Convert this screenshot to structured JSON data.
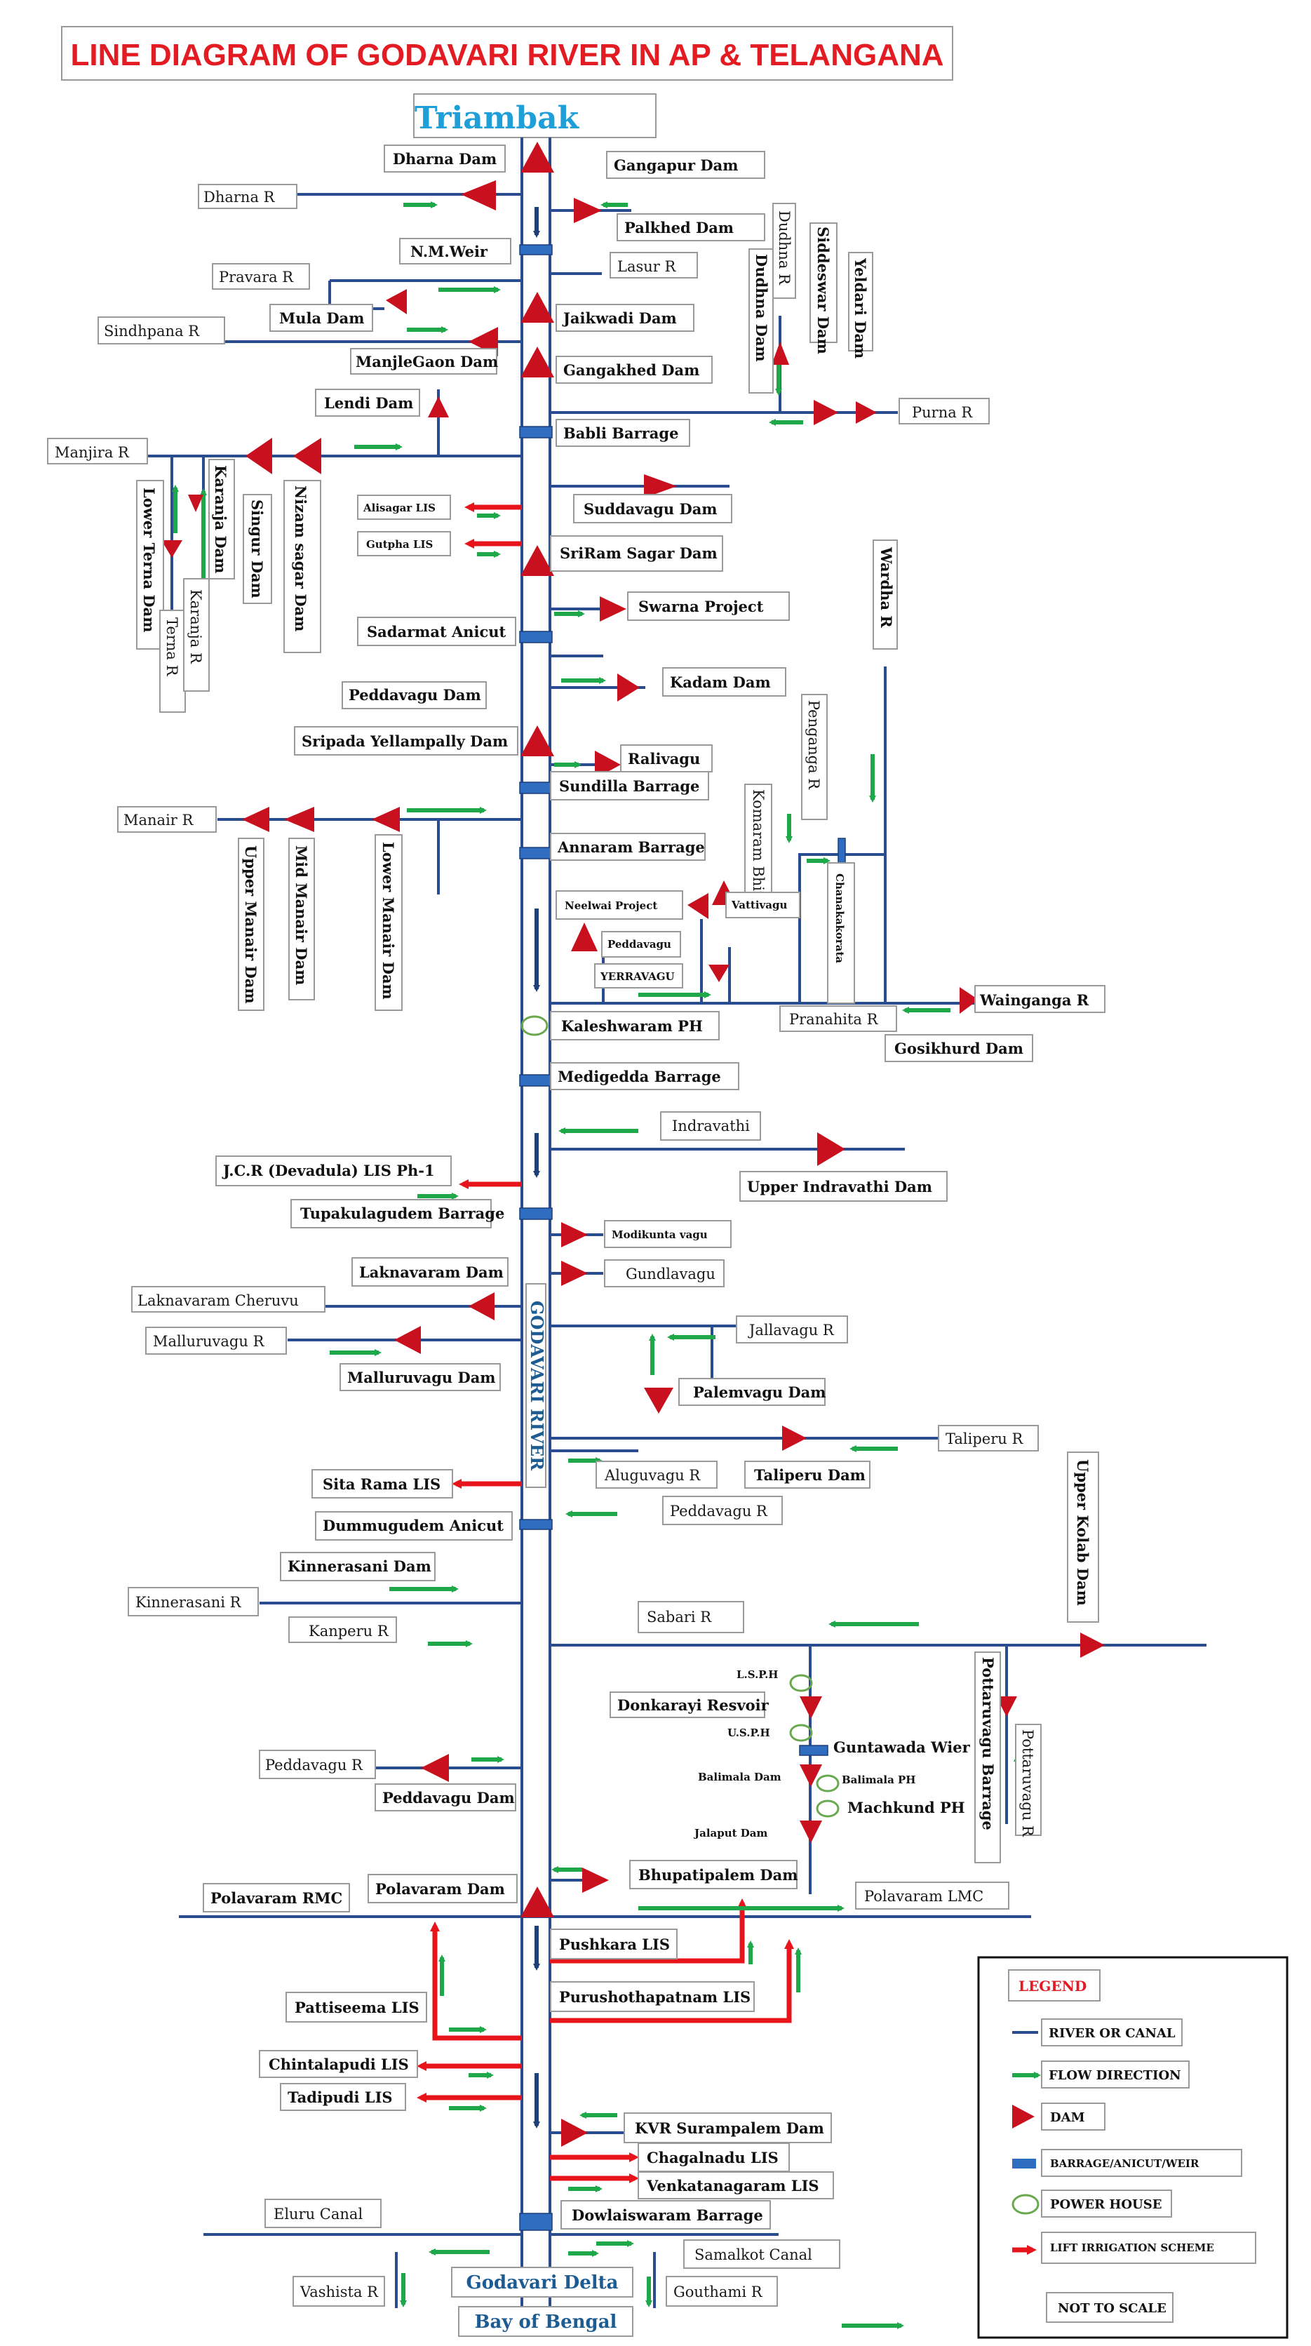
{
  "title": "LINE DIAGRAM OF GODAVARI  RIVER IN AP & TELANGANA",
  "colors": {
    "river": "#2a4d8f",
    "flow": "#1fa84a",
    "dam": "#c8101e",
    "barrage": "#2f6dc1",
    "lift": "#e8141c",
    "powerhouse": "#6aa84f",
    "title": "#e31b23",
    "source": "#1f9fd8"
  },
  "source": "Triambak",
  "river_name": "GODAVARI RIVER",
  "mouth": {
    "delta": "Godavari Delta",
    "sea": "Bay of Bengal"
  },
  "labels": {
    "dharna_dam": "Dharna Dam",
    "dharna_r": "Dharna R",
    "gangapur_dam": "Gangapur Dam",
    "palkhed_dam": "Palkhed Dam",
    "nm_weir": "N.M.Weir",
    "pravara_r": "Pravara R",
    "lasur_r": "Lasur R",
    "dudhna_r": "Dudhna R",
    "dudhna_dam": "Dudhna Dam",
    "siddeswar_dam": "Siddeswar Dam",
    "yeldari_dam": "Yeldari Dam",
    "mula_dam": "Mula Dam",
    "sindhpana_r": "Sindhpana R",
    "jaikwadi_dam": "Jaikwadi Dam",
    "manjlegaon_dam": "ManjleGaon Dam",
    "gangakhed_dam": "Gangakhed Dam",
    "lendi_dam": "Lendi Dam",
    "babli_barrage": "Babli Barrage",
    "purna_r": "Purna R",
    "manjira_r": "Manjira R",
    "lower_terna_dam": "Lower Terna  Dam",
    "karanja_dam": "Karanja Dam",
    "singur_dam": "Singur Dam",
    "nizam_sagar_dam": "Nizam sagar Dam",
    "terna_r": "Terna R",
    "karanja_r": "Karanja R",
    "alisagar_lis": "Alisagar LIS",
    "gutpha_lis": "Gutpha LIS",
    "suddavagu_dam": "Suddavagu Dam",
    "sriram_sagar_dam": "SriRam Sagar Dam",
    "wardha_r": "Wardha R",
    "swarna_project": "Swarna Project",
    "sadarmat_anicut": "Sadarmat Anicut",
    "kadam_dam": "Kadam Dam",
    "peddavagu_dam_1": "Peddavagu Dam",
    "sripada_yellampally_dam": "Sripada Yellampally Dam",
    "ralivagu": "Ralivagu",
    "penganga_r": "Penganga R",
    "komaram_bheem": "Komaram Bhim",
    "sundilla_barrage": "Sundilla Barrage",
    "manair_r": "Manair R",
    "annaram_barrage": "Annaram Barrage",
    "upper_manair_dam": "Upper Manair Dam",
    "mid_manair_dam": "Mid Manair Dam",
    "lower_manair_dam": "Lower Manair Dam",
    "neelwai_project": "Neelwai Project",
    "vattivagu": "Vattivagu",
    "chanakakorata": "Chanakakorata",
    "peddavagu_small": "Peddavagu",
    "yerravagu": "YERRAVAGU",
    "wainganga_r": "Wainganga R",
    "pranahita_r": "Pranahita R",
    "kaleshwaram_ph": "Kaleshwaram PH",
    "gosikhurd_dam": "Gosikhurd Dam",
    "medigedda_barrage": "Medigedda  Barrage",
    "indravathi": "Indravathi",
    "upper_indravathi_dam": "Upper  Indravathi Dam",
    "jcr_devadula_lis": "J.C.R (Devadula) LIS   Ph-1",
    "tupakulagudem_barrage": "Tupakulagudem Barrage",
    "modikunta_vagu": "Modikunta vagu",
    "gundlavagu": "Gundlavagu",
    "laknavaram_dam": "Laknavaram Dam",
    "laknavaram_cheruvu": "Laknavaram Cheruvu",
    "jallavagu_r": "Jallavagu R",
    "malluruvagu_r": "Malluruvagu R",
    "malluruvagu_dam": "Malluruvagu Dam",
    "palemvagu_dam": "Palemvagu Dam",
    "taliperu_r": "Taliperu R",
    "aluguvagu_r": "Aluguvagu R",
    "taliperu_dam": "Taliperu Dam",
    "sita_rama_lis": "Sita Rama LIS",
    "upper_kolab_dam": "Upper Kolab Dam",
    "dummugudem_anicut": "Dummugudem Anicut",
    "peddavagu_r_1": "Peddavagu R",
    "kinnerasani_dam": "Kinnerasani Dam",
    "kinnerasani_r": "Kinnerasani R",
    "sabari_r": "Sabari  R",
    "kanperu_r": "Kanperu R",
    "lsph": "L.S.P.H",
    "donkarayi_resvoir": "Donkarayi Resvoir",
    "pottaruvagu_barrage": "Pottaruvagu Barrage",
    "usph": "U.S.P.H",
    "guntawada_wier": "Guntawada Wier",
    "pottaruvagu_r": "Pottaruvagu R",
    "balimala_dam": "Balimala Dam",
    "balimala_ph": "Balimala PH",
    "machkund_ph": "Machkund PH",
    "jalaput_dam": "Jalaput  Dam",
    "peddavagu_r_2": "Peddavagu R",
    "peddavagu_dam_2": "Peddavagu Dam",
    "bhupatipalem_dam": "Bhupatipalem Dam",
    "polavaram_lmc": "Polavaram LMC",
    "polavaram_rmc": "Polavaram RMC",
    "polavaram_dam": "Polavaram Dam",
    "pushkara_lis": "Pushkara LIS",
    "purushothapatnam_lis": "Purushothapatnam LIS",
    "pattiseema_lis": "Pattiseema LIS",
    "chintalapudi_lis": "Chintalapudi LIS",
    "tadipudi_lis": "Tadipudi  LIS",
    "kvr_surampalem_dam": "KVR Surampalem Dam",
    "chagalnadu_lis": "Chagalnadu LIS",
    "venkatanagaram_lis": "Venkatanagaram LIS",
    "eluru_canal": "Eluru Canal",
    "dowlaiswaram_barrage": "Dowlaiswaram Barrage",
    "samalkot_canal": "Samalkot Canal",
    "vashista_r": "Vashista R",
    "gouthami_r": "Gouthami R"
  },
  "legend": {
    "title": "LEGEND",
    "items": [
      {
        "label": "RIVER OR CANAL",
        "symbol": "river"
      },
      {
        "label": "FLOW DIRECTION",
        "symbol": "flow"
      },
      {
        "label": "DAM",
        "symbol": "dam"
      },
      {
        "label": "BARRAGE/ANICUT/WEIR",
        "symbol": "barrage"
      },
      {
        "label": "POWER HOUSE",
        "symbol": "powerhouse"
      },
      {
        "label": "LIFT IRRIGATION SCHEME",
        "symbol": "lift"
      }
    ],
    "note": "NOT TO SCALE"
  }
}
